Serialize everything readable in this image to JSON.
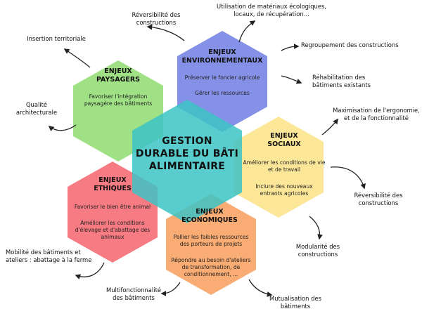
{
  "colors": {
    "paysagers": "#8edc6e",
    "environnementaux": "#6f7ee3",
    "central": "#3cc3c6",
    "sociaux": "#fce386",
    "ethiques": "#f4646c",
    "economiques": "#f89d5a"
  },
  "central": {
    "lines": [
      "GESTION",
      "DURABLE DU BÂTI",
      "ALIMENTAIRE"
    ]
  },
  "paysagers": {
    "title": [
      "ENJEUX",
      "PAYSAGERS"
    ],
    "items": [
      [
        "Favoriser l'intégration",
        "paysagère des bâtiments"
      ]
    ]
  },
  "environnementaux": {
    "title": [
      "ENJEUX",
      "ENVIRONNEMENTAUX"
    ],
    "items": [
      [
        "Préserver le foncier agricole"
      ],
      [
        "Gérer les ressources"
      ]
    ]
  },
  "sociaux": {
    "title": [
      "ENJEUX",
      "SOCIAUX"
    ],
    "items": [
      [
        "Améliorer les conditions de vie",
        "et de travail"
      ],
      [
        "Inclure des nouveaux",
        "entrants agricoles"
      ]
    ]
  },
  "ethiques": {
    "title": [
      "ENJEUX",
      "ETHIQUES"
    ],
    "items": [
      [
        "Favoriser le bien être animal"
      ],
      [
        "Améliorer les conditions",
        "d'élevage et d'abattage des",
        "animaux"
      ]
    ]
  },
  "economiques": {
    "title": [
      "ENJEUX",
      "ECONOMIQUES"
    ],
    "items": [
      [
        "Pallier les faibles ressources",
        "des porteurs de projets"
      ],
      [
        "Répondre au besoin d'ateliers",
        "de transformation, de",
        "conditionnement, ..."
      ]
    ]
  },
  "outcomes": [
    [
      "Réversibilité des",
      "constructions"
    ],
    [
      "Utilisation de matériaux écologiques,",
      "locaux, de récupération..."
    ],
    [
      "Regroupement des constructions"
    ],
    [
      "Réhabilitation des",
      "bâtiments existants"
    ],
    [
      "Maximisation de l'ergonomie,",
      "et de la fonctionnalité"
    ],
    [
      "Réversibilité des",
      "constructions"
    ],
    [
      "Modularité des",
      "constructions"
    ],
    [
      "Mutualisation des",
      "bâtiments"
    ],
    [
      "Multifonctionnalité",
      "des bâtiments"
    ],
    [
      "Mobilité des bâtiments et",
      "ateliers : abattage à la ferme"
    ],
    [
      "Qualité",
      "architecturale"
    ],
    [
      "Insertion territoriale"
    ]
  ]
}
